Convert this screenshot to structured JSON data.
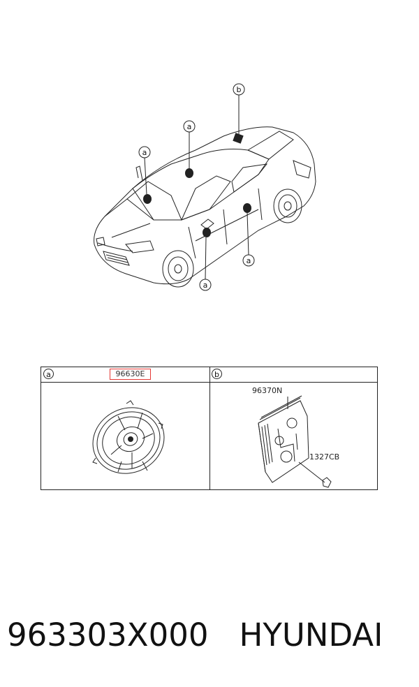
{
  "callouts": {
    "a1": "a",
    "a2": "a",
    "a3": "a",
    "a4": "a",
    "b1": "b"
  },
  "table": {
    "col_a": {
      "letter": "a",
      "part_no": "96630E"
    },
    "col_b": {
      "letter": "b",
      "part_no": "96370N",
      "bolt_no": "1327CB"
    }
  },
  "footer": {
    "part_number": "963303X000",
    "brand": "HYUNDAI"
  },
  "colors": {
    "highlight": "#e53935",
    "line": "#222222"
  }
}
